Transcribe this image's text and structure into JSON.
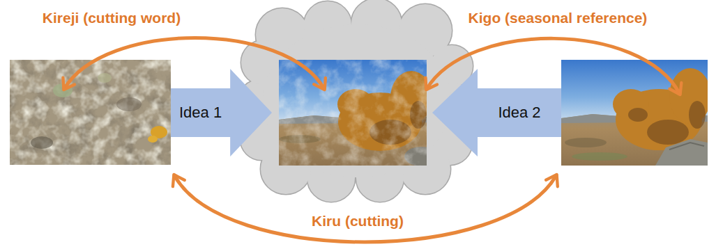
{
  "diagram": {
    "nodes": [
      {
        "text": [
          "Idea 1"
        ]
      },
      {
        "text": [
          "Idea 2"
        ]
      }
    ],
    "labels": [
      "Kireji (cutting word)",
      "Kigo (seasonal reference)",
      "Kiru (cutting)"
    ]
  }
}
